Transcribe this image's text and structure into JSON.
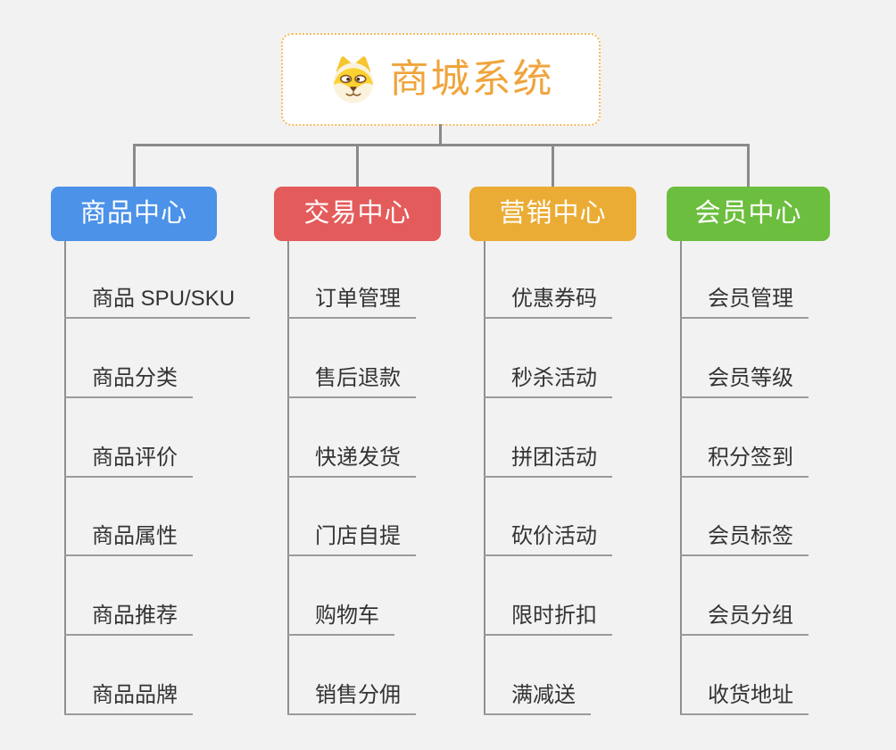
{
  "canvas": {
    "background": "#F2F2F2"
  },
  "connectors": {
    "color": "#8A8A8A",
    "leaf_underline_color": "#9B9B9B"
  },
  "root": {
    "title": "商城系统",
    "icon": "shiba-dog-icon",
    "text_color": "#F0A43C",
    "border_color": "#F3BA5E",
    "background": "#FFFFFF"
  },
  "branches": [
    {
      "label": "商品中心",
      "color": "#4B92E8",
      "items": [
        "商品 SPU/SKU",
        "商品分类",
        "商品评价",
        "商品属性",
        "商品推荐",
        "商品品牌"
      ]
    },
    {
      "label": "交易中心",
      "color": "#E45B5B",
      "items": [
        "订单管理",
        "售后退款",
        "快递发货",
        "门店自提",
        "购物车",
        "销售分佣"
      ]
    },
    {
      "label": "营销中心",
      "color": "#EBAC35",
      "items": [
        "优惠券码",
        "秒杀活动",
        "拼团活动",
        "砍价活动",
        "限时折扣",
        "满减送"
      ]
    },
    {
      "label": "会员中心",
      "color": "#6CBE3E",
      "items": [
        "会员管理",
        "会员等级",
        "积分签到",
        "会员标签",
        "会员分组",
        "收货地址"
      ]
    }
  ]
}
